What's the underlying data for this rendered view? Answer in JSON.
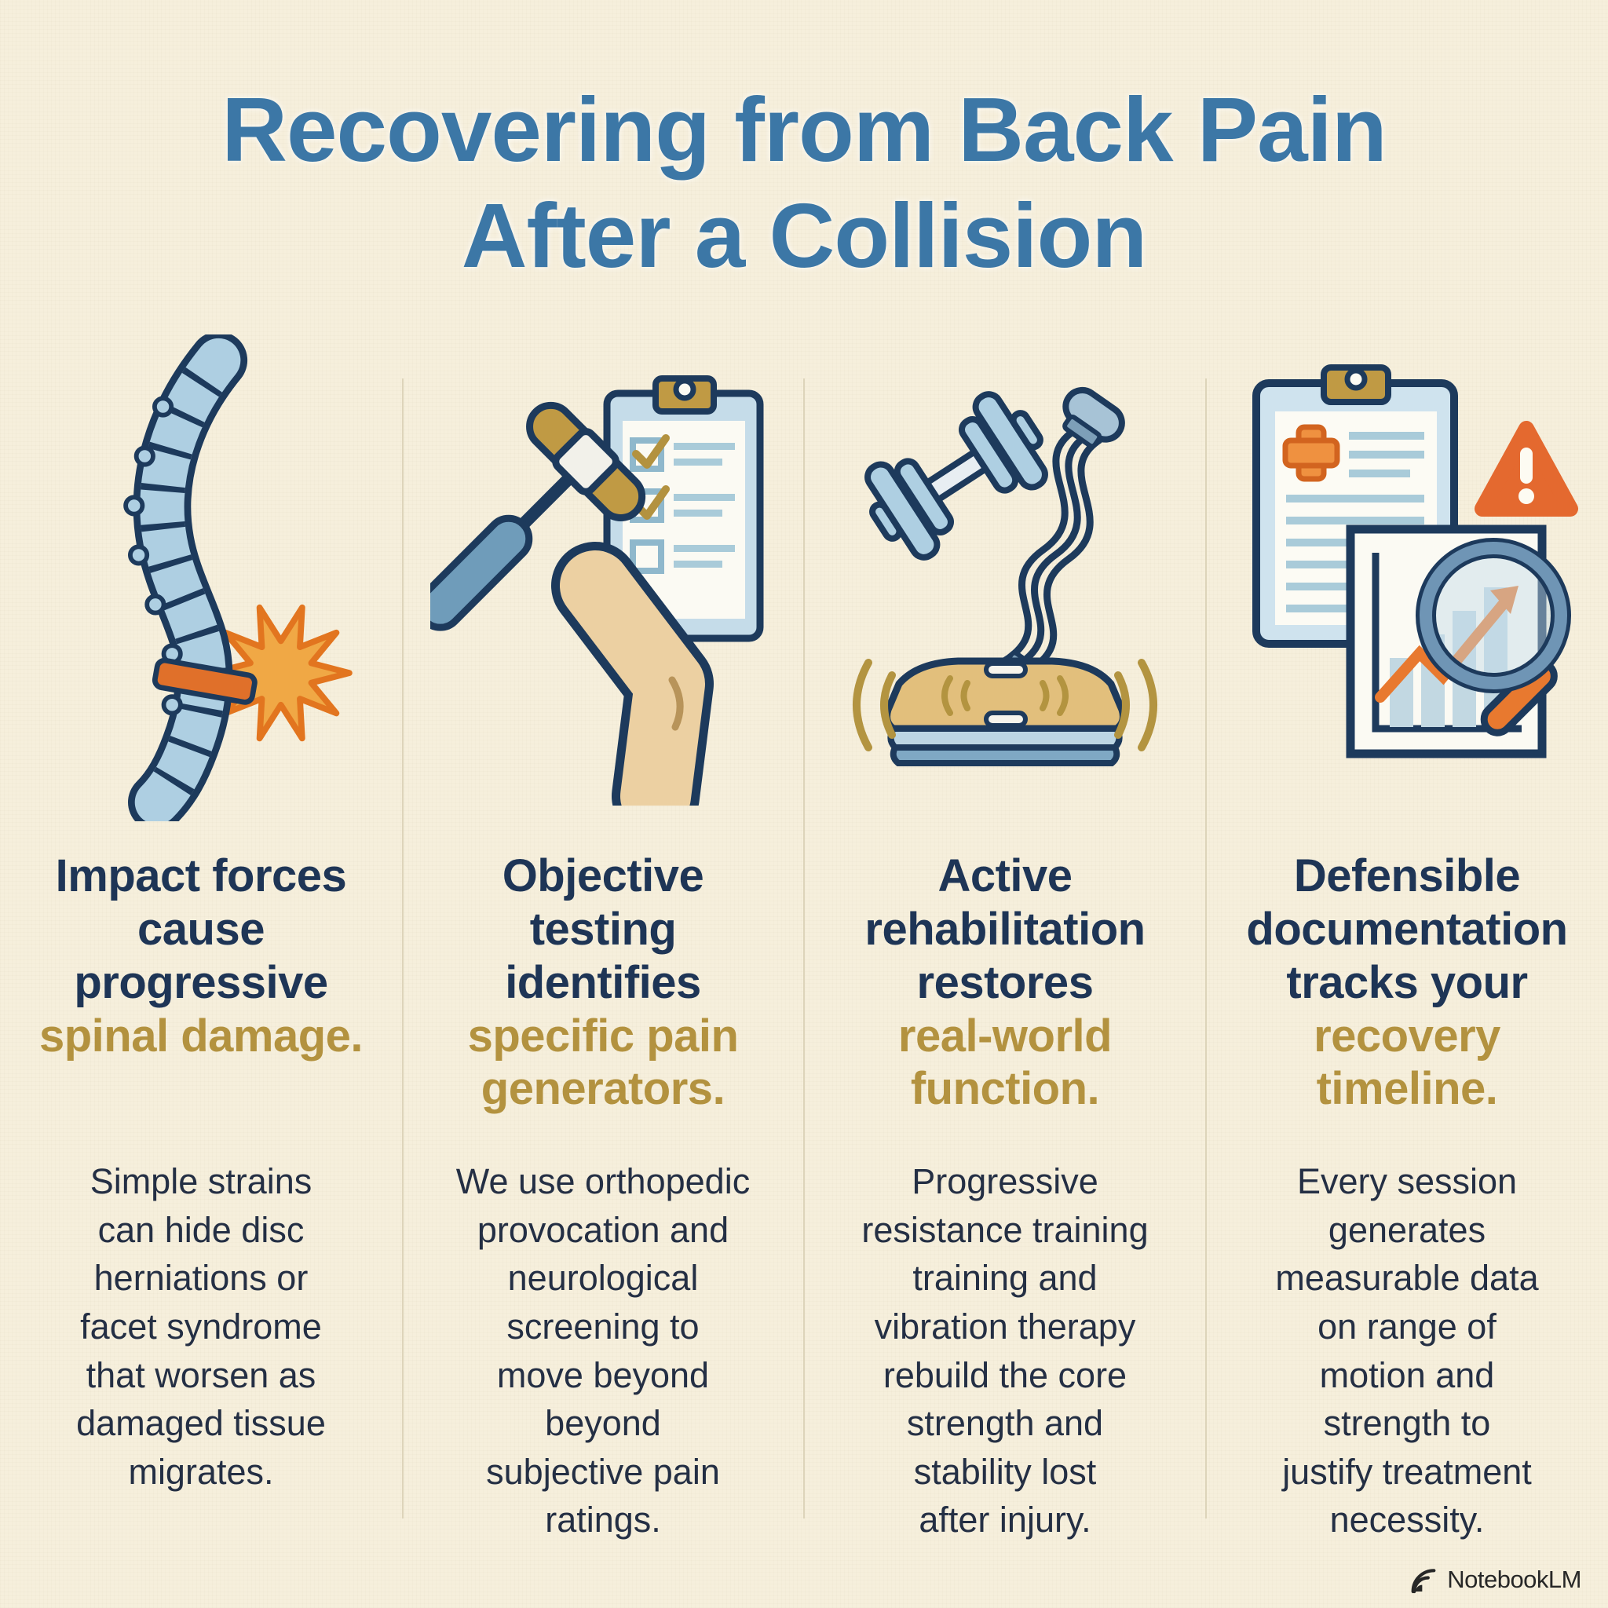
{
  "page": {
    "background_color": "#f6efdc",
    "divider_color": "#ddd4ba",
    "watermark": {
      "logo_icon": "notebooklm-logo",
      "label": "NotebookLM"
    }
  },
  "title": {
    "text": "Recovering from Back Pain\nAfter a Collision",
    "color": "#3c77a6"
  },
  "colors": {
    "heading_navy": "#1e3556",
    "heading_gold": "#b3923f",
    "body_navy": "#242f44",
    "icon_outline_navy": "#1d3a5c",
    "icon_light_blue": "#aecfe2",
    "icon_steel_blue": "#6f9cba",
    "icon_orange": "#e0702a",
    "icon_gold": "#c09a44",
    "icon_tan": "#ecd0a2"
  },
  "columns": [
    {
      "icon": "spine-impact-icon",
      "heading_main": "Impact forces\ncause\nprogressive",
      "heading_accent": "spinal damage.",
      "body": "Simple strains\ncan hide disc\nherniations or\nfacet syndrome\nthat worsen as\ndamaged tissue\nmigrates."
    },
    {
      "icon": "reflex-hammer-knee-checklist-icon",
      "heading_main": "Objective\ntesting\nidentifies",
      "heading_accent": "specific pain\ngenerators.",
      "body": "We use orthopedic\nprovocation and\nneurological\nscreening to\nmove beyond\nbeyond\nsubjective pain\nratings."
    },
    {
      "icon": "dumbbell-band-vibration-plate-icon",
      "heading_main": "Active\nrehabilitation\nrestores",
      "heading_accent": "real-world\nfunction.",
      "body": "Progressive\nresistance training\ntraining and\nvibration therapy\nrebuild the core\nstrength and\nstability lost\nafter injury."
    },
    {
      "icon": "medical-chart-magnifier-alert-icon",
      "heading_main": "Defensible\ndocumentation\ntracks your",
      "heading_accent": "recovery\ntimeline.",
      "body": "Every session\ngenerates\nmeasurable data\non range of\nmotion and\nstrength to\njustify treatment\nnecessity."
    }
  ]
}
